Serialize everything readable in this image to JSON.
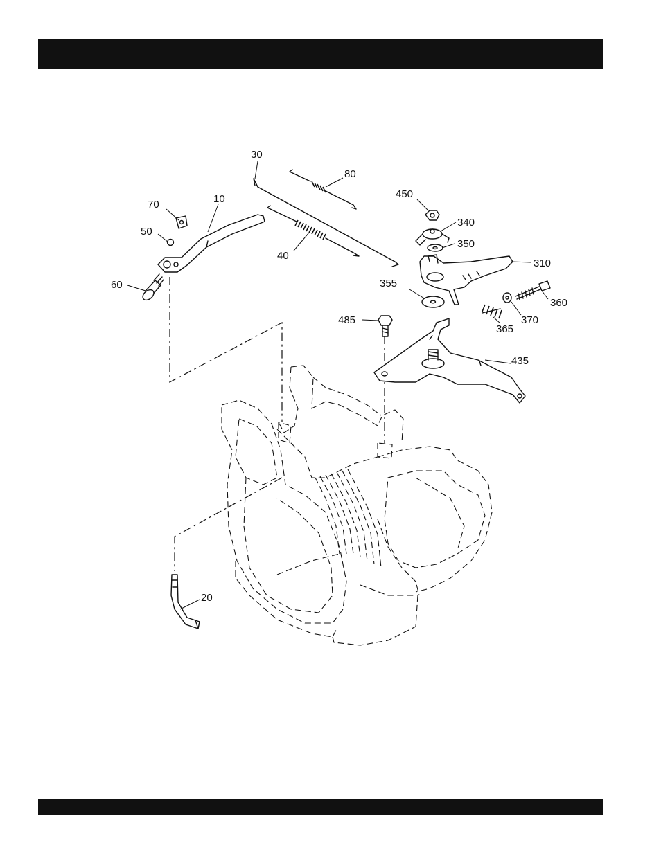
{
  "header": {
    "title": ""
  },
  "footer": {
    "text": ""
  },
  "diagram": {
    "callouts": {
      "c10": "10",
      "c20": "20",
      "c30": "30",
      "c40": "40",
      "c50": "50",
      "c60": "60",
      "c70": "70",
      "c80": "80",
      "c310": "310",
      "c340": "340",
      "c350": "350",
      "c355": "355",
      "c360": "360",
      "c365": "365",
      "c370": "370",
      "c435": "435",
      "c450": "450",
      "c485": "485"
    }
  }
}
